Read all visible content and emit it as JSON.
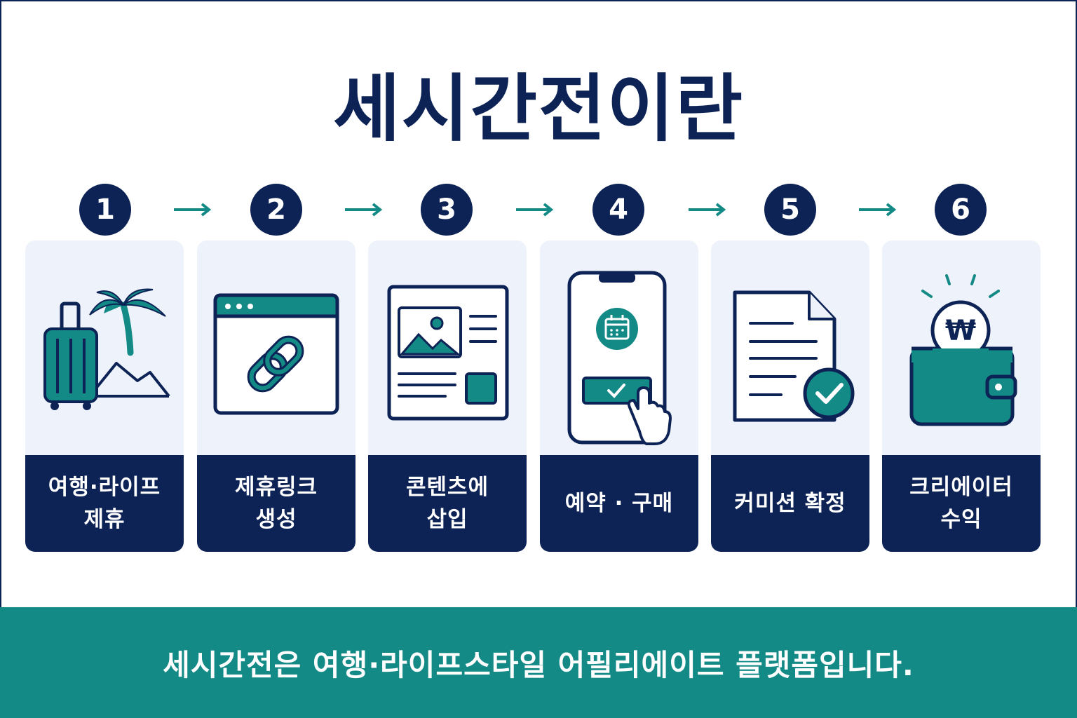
{
  "colors": {
    "navy": "#0d2356",
    "teal": "#138a86",
    "card_bg": "#eef3fb",
    "white": "#ffffff"
  },
  "title": "세시간전이란",
  "steps": [
    {
      "number": "1",
      "label": "여행·라이프\n제휴",
      "icon": "luggage-palm-icon"
    },
    {
      "number": "2",
      "label": "제휴링크\n생성",
      "icon": "browser-link-icon"
    },
    {
      "number": "3",
      "label": "콘텐츠에\n삽입",
      "icon": "content-document-icon"
    },
    {
      "number": "4",
      "label": "예약 · 구매",
      "icon": "phone-booking-icon"
    },
    {
      "number": "5",
      "label": "커미션 확정",
      "icon": "document-check-icon"
    },
    {
      "number": "6",
      "label": "크리에이터\n수익",
      "icon": "wallet-won-icon"
    }
  ],
  "footer": "세시간전은 여행·라이프스타일 어필리에이트 플랫폼입니다.",
  "won_symbol": "₩"
}
